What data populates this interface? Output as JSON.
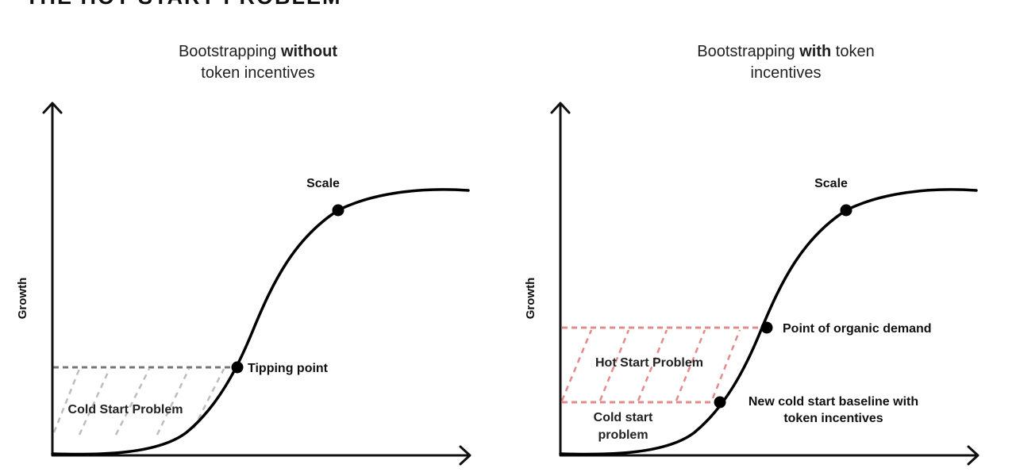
{
  "heading": "THE HOT START PROBLEM",
  "colors": {
    "curve": "#000000",
    "axes": "#111111",
    "cold_region": "#bdbdbd",
    "cold_baseline": "#777777",
    "hot_region": "#e48a8a"
  },
  "left": {
    "title_line1_prefix": "Bootstrapping ",
    "title_line1_bold": "without",
    "title_line2": "token incentives",
    "y_axis_label": "Growth",
    "scale_label": "Scale",
    "tipping_label": "Tipping point",
    "region_label": "Cold Start Problem"
  },
  "right": {
    "title_line1_prefix": "Bootstrapping ",
    "title_line1_bold": "with",
    "title_line1_suffix": " token",
    "title_line2": "incentives",
    "y_axis_label": "Growth",
    "scale_label": "Scale",
    "organic_label": "Point of organic demand",
    "baseline_label_line1": "New cold start baseline with",
    "baseline_label_line2": "token incentives",
    "hot_region_label": "Hot Start Problem",
    "cold_region_label_line1": "Cold start",
    "cold_region_label_line2": "problem"
  }
}
